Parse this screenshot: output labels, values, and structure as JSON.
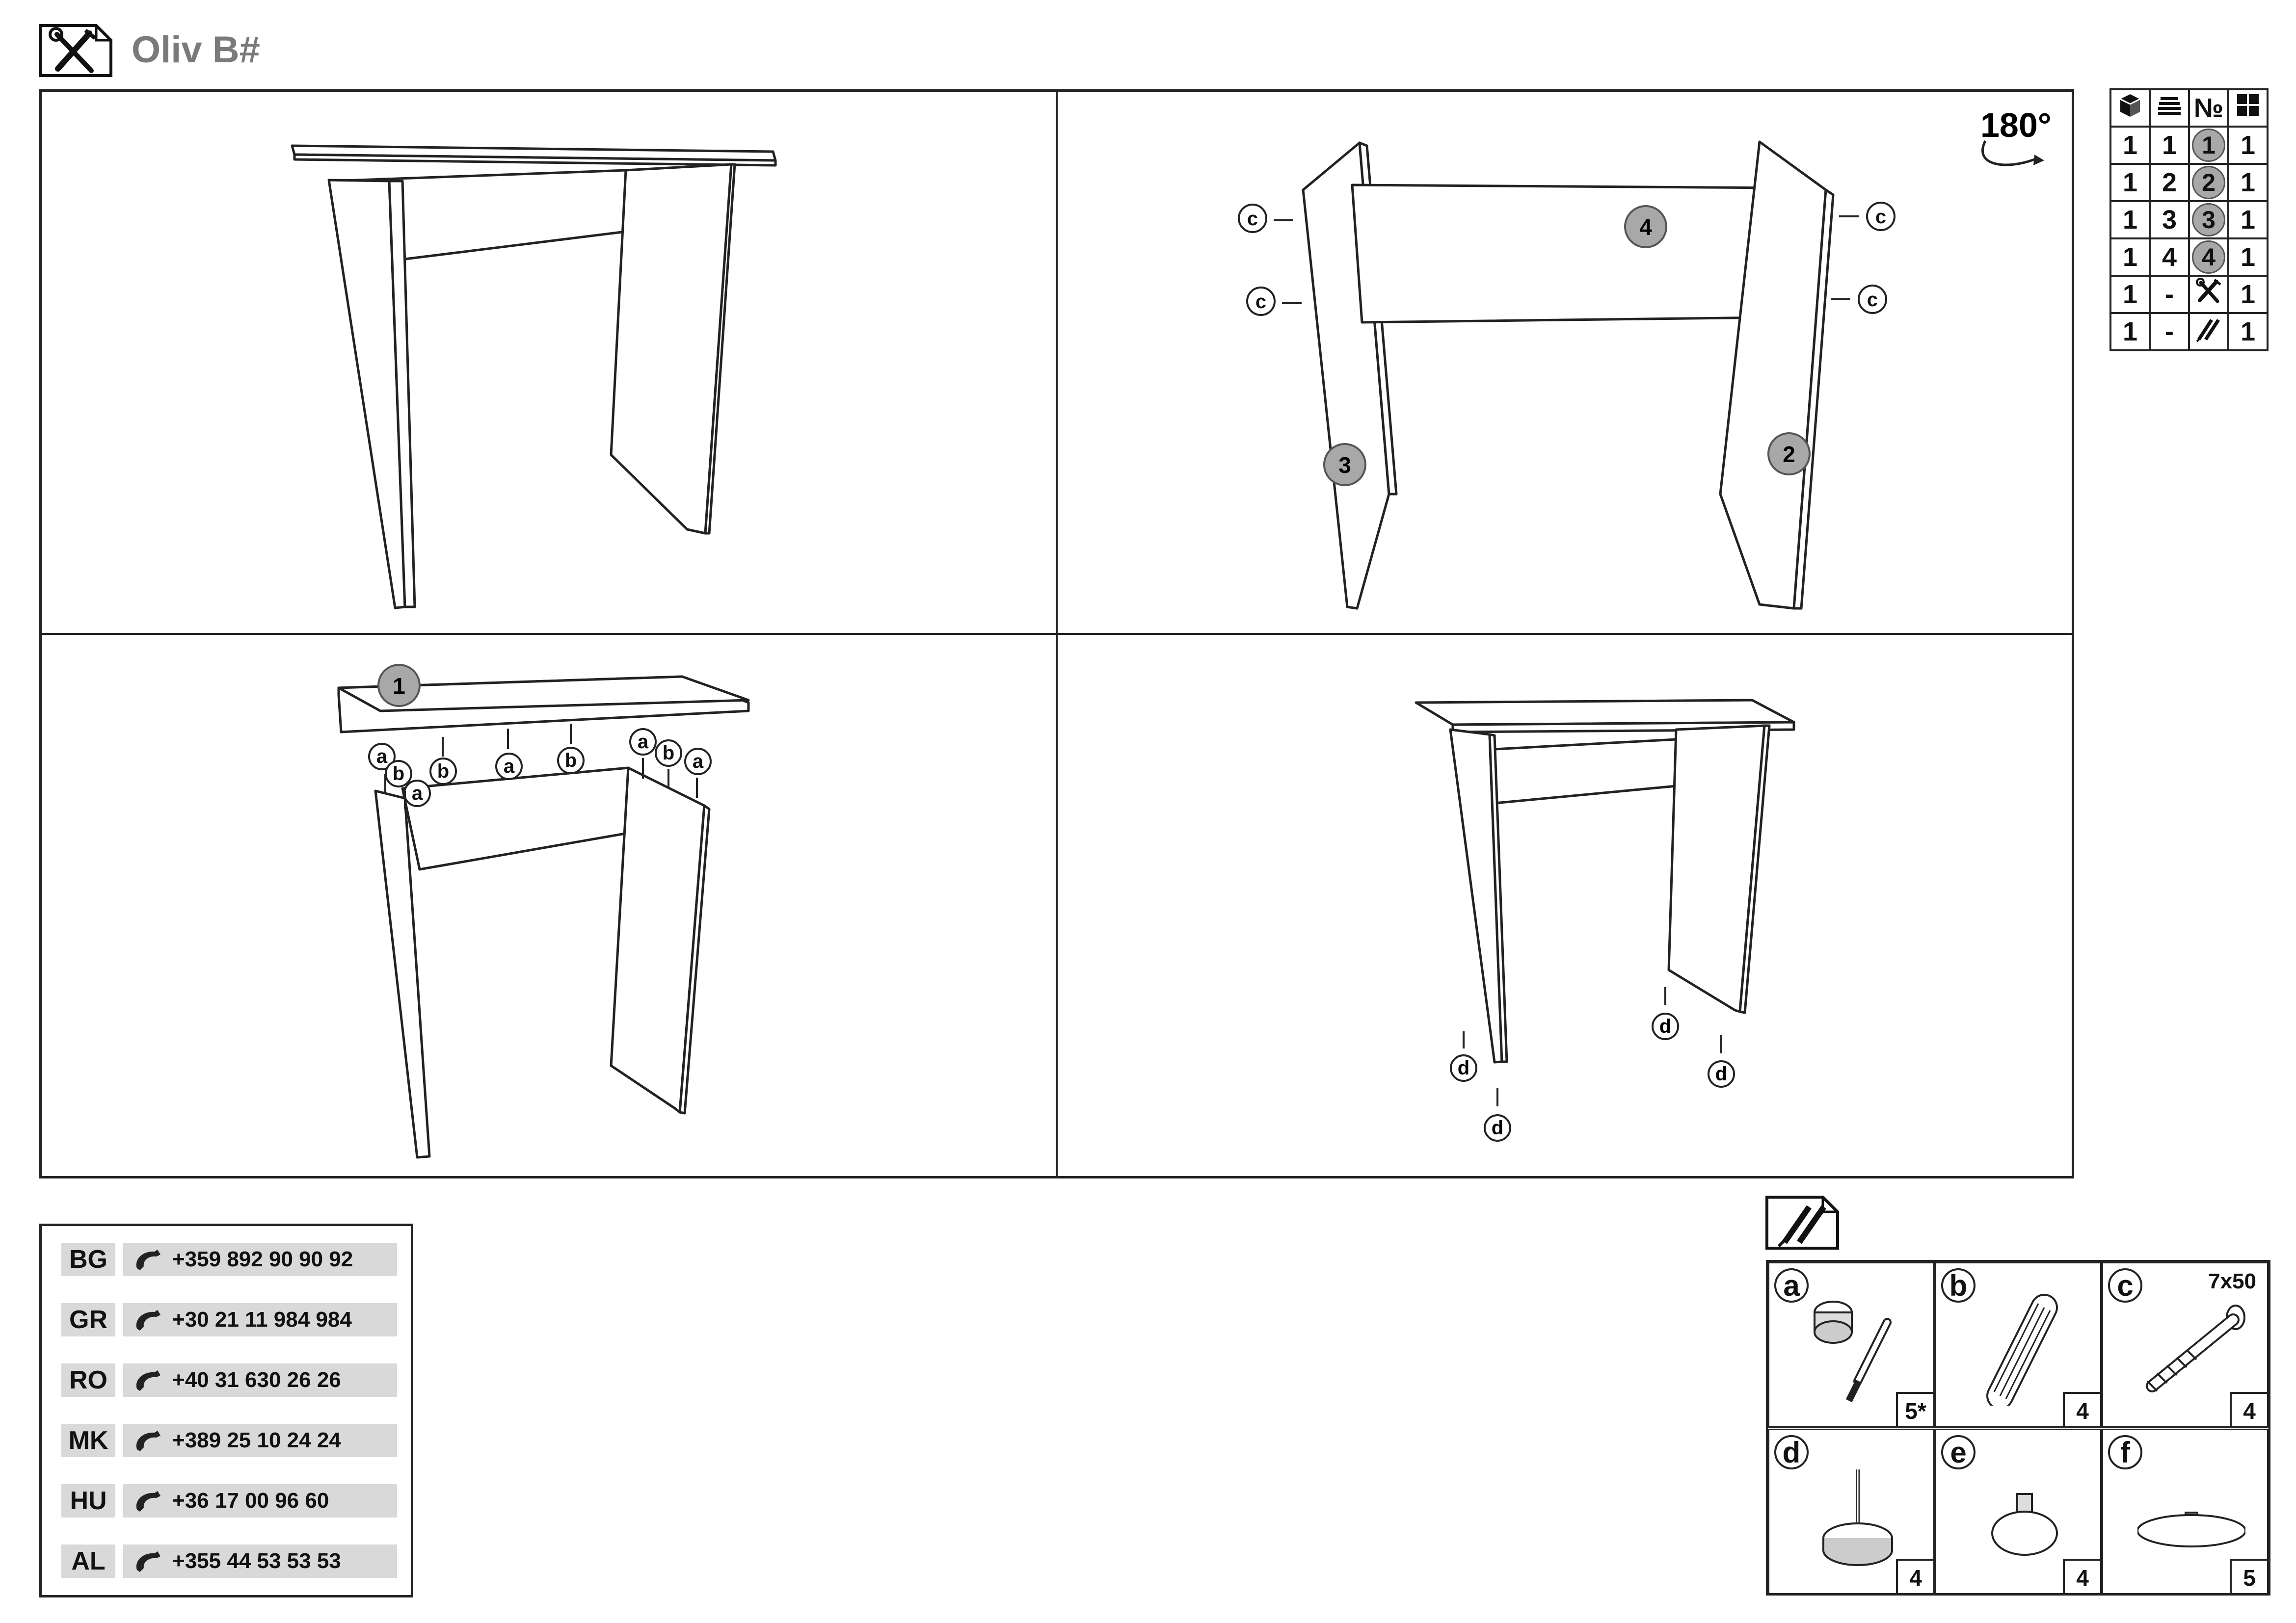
{
  "header": {
    "title": "Oliv B#",
    "icon": "tools-icon"
  },
  "steps": {
    "rotate_label": "180°",
    "part_labels": {
      "top": "1",
      "right_side": "2",
      "left_side": "3",
      "back_panel": "4"
    },
    "fastener_labels": {
      "a": "a",
      "b": "b",
      "c": "c",
      "d": "d"
    }
  },
  "parts_table": {
    "header_icons": [
      "box-icon",
      "stack-icon",
      "number-icon",
      "grid-icon"
    ],
    "header_number_label": "№",
    "rows": [
      {
        "c1": "1",
        "c2": "1",
        "part": "1",
        "qty": "1"
      },
      {
        "c1": "1",
        "c2": "2",
        "part": "2",
        "qty": "1"
      },
      {
        "c1": "1",
        "c2": "3",
        "part": "3",
        "qty": "1"
      },
      {
        "c1": "1",
        "c2": "4",
        "part": "4",
        "qty": "1"
      },
      {
        "c1": "1",
        "c2": "-",
        "part_icon": "tools-icon",
        "qty": "1"
      },
      {
        "c1": "1",
        "c2": "-",
        "part_icon": "screws-icon",
        "qty": "1"
      }
    ]
  },
  "contacts": [
    {
      "code": "BG",
      "phone": "+359 892 90 90 92"
    },
    {
      "code": "GR",
      "phone": "+30 21 11 984 984"
    },
    {
      "code": "RO",
      "phone": "+40 31 630 26 26"
    },
    {
      "code": "MK",
      "phone": "+389 25 10 24 24"
    },
    {
      "code": "HU",
      "phone": "+36 17 00 96 60"
    },
    {
      "code": "AL",
      "phone": "+355 44 53 53 53"
    }
  ],
  "hardware": [
    {
      "letter": "a",
      "qty": "5*",
      "size": "",
      "icon": "cam-lock-icon"
    },
    {
      "letter": "b",
      "qty": "4",
      "size": "",
      "icon": "dowel-icon"
    },
    {
      "letter": "c",
      "qty": "4",
      "size": "7x50",
      "icon": "confirmat-screw-icon"
    },
    {
      "letter": "d",
      "qty": "4",
      "size": "",
      "icon": "nail-glide-icon"
    },
    {
      "letter": "e",
      "qty": "4",
      "size": "",
      "icon": "cap-icon"
    },
    {
      "letter": "f",
      "qty": "5",
      "size": "",
      "icon": "felt-pad-icon"
    }
  ]
}
